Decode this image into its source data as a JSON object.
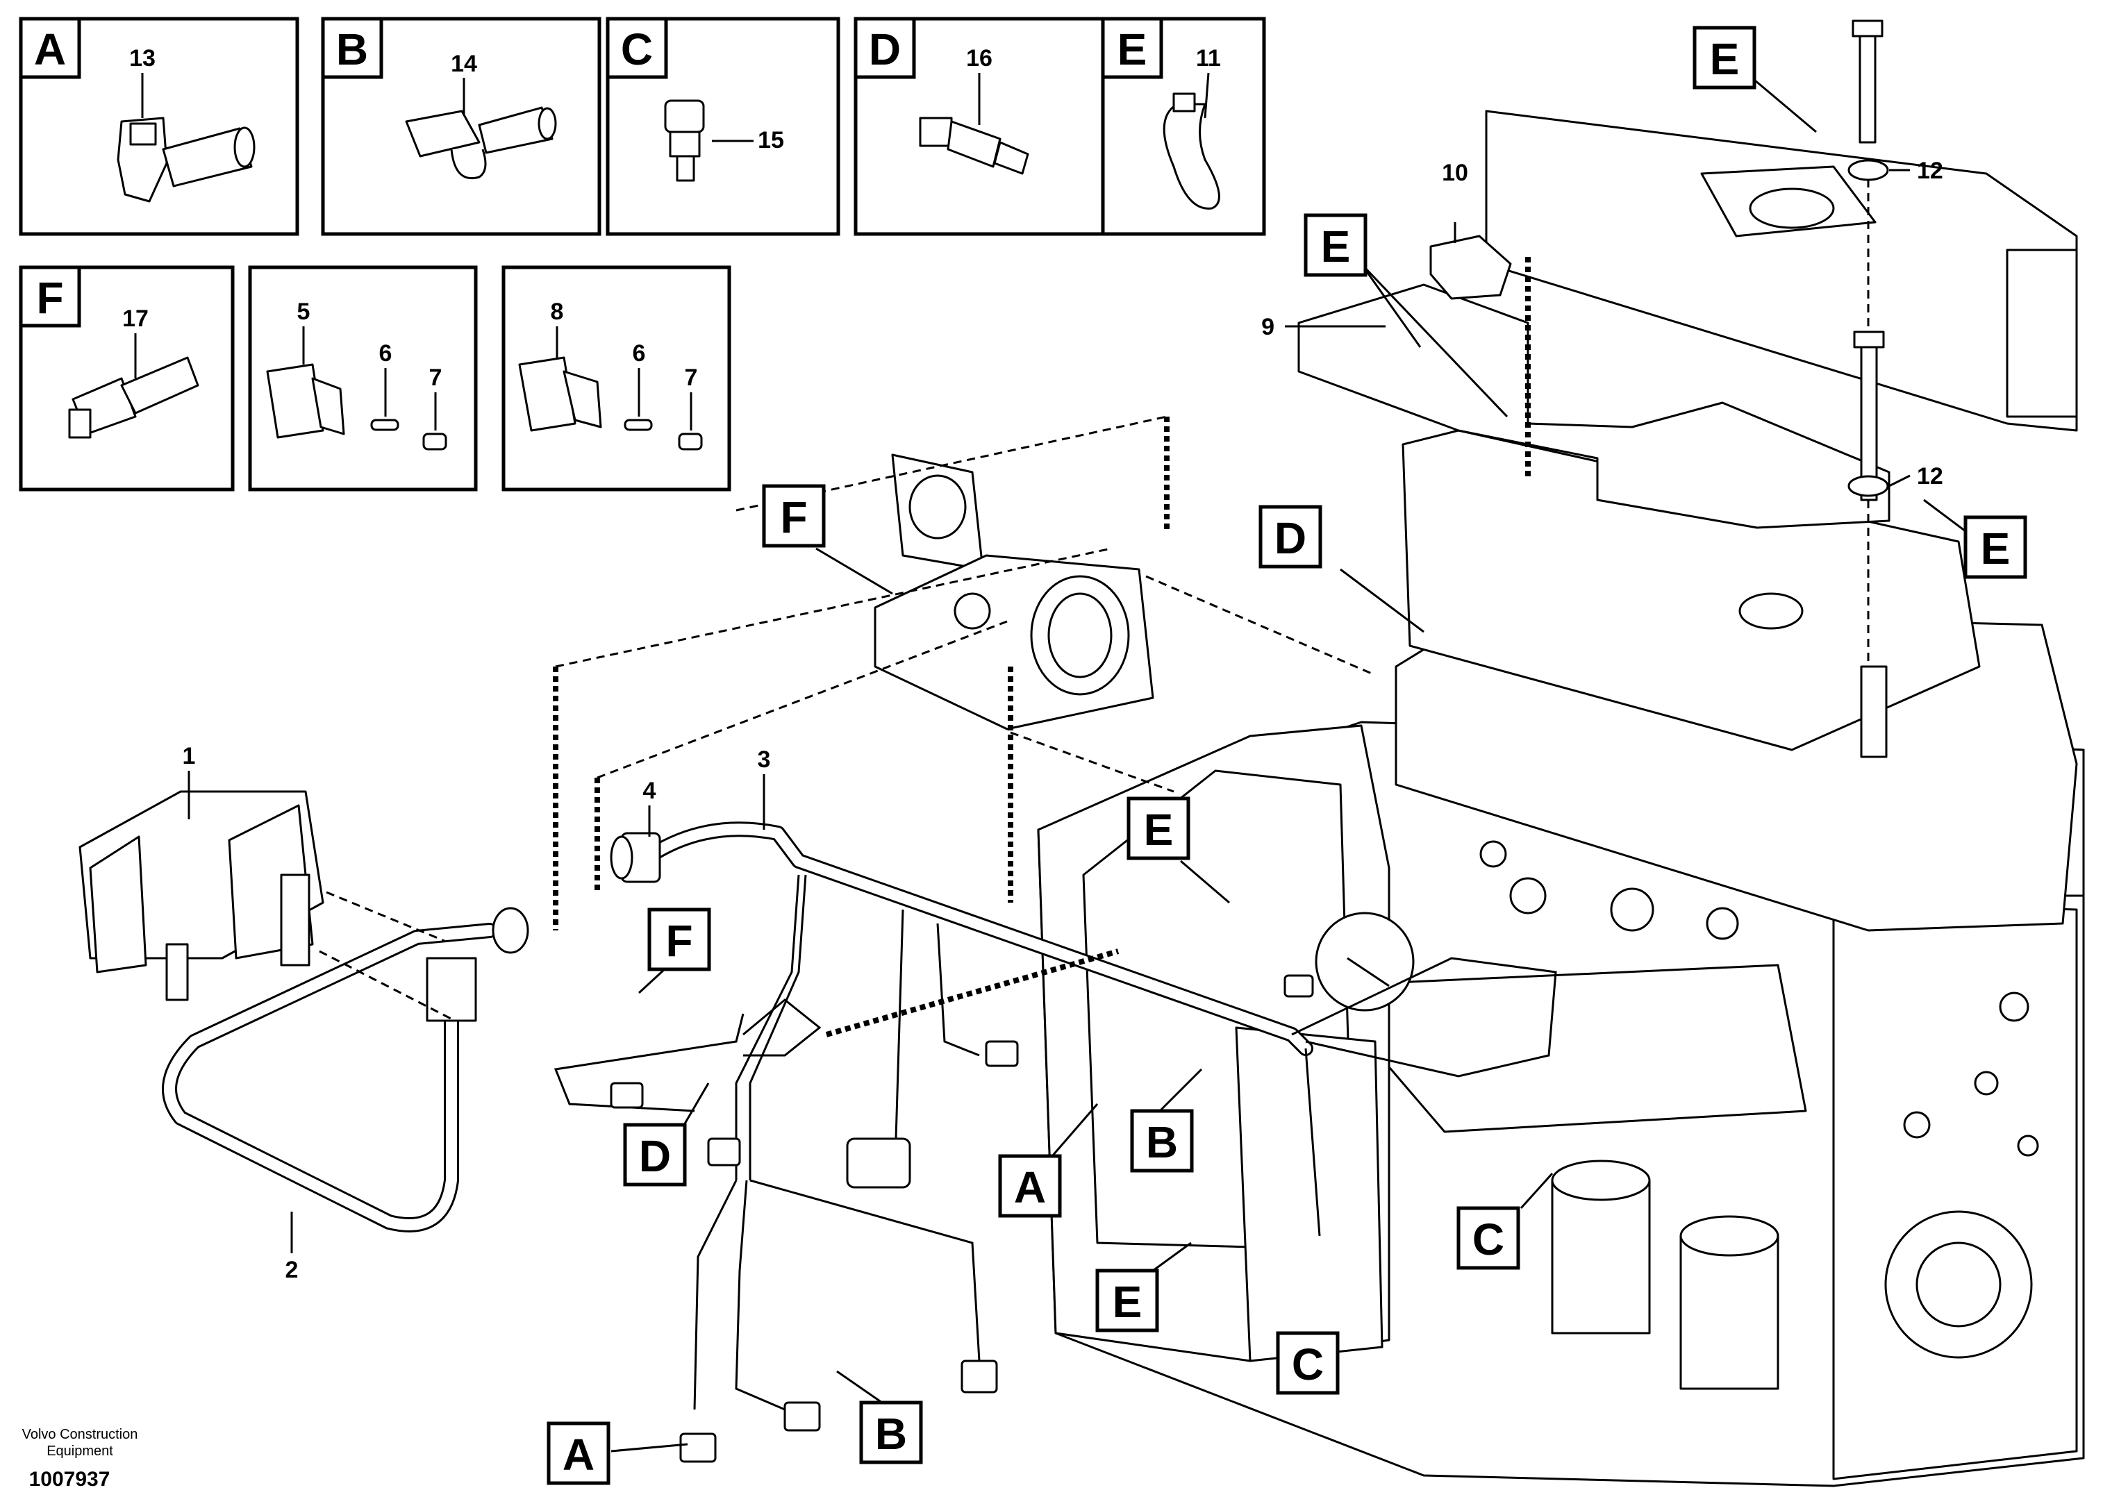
{
  "insets": {
    "A": {
      "letter": "A",
      "part": "13"
    },
    "B": {
      "letter": "B",
      "part": "14"
    },
    "C": {
      "letter": "C",
      "part": "15"
    },
    "D": {
      "letter": "D",
      "part": "16"
    },
    "E": {
      "letter": "E",
      "part": "11"
    },
    "F": {
      "letter": "F",
      "part": "17"
    },
    "G": {
      "parts": [
        "5",
        "6",
        "7"
      ]
    },
    "H": {
      "parts": [
        "8",
        "6",
        "7"
      ]
    }
  },
  "callouts": {
    "E": "E",
    "D": "D",
    "F": "F",
    "A": "A",
    "B": "B",
    "C": "C"
  },
  "part_numbers": {
    "p1": "1",
    "p2": "2",
    "p3": "3",
    "p4": "4",
    "p9": "9",
    "p10": "10",
    "p12": "12"
  },
  "footer": {
    "caption_line1": "Volvo Construction",
    "caption_line2": "Equipment",
    "doc_number": "1007937"
  }
}
